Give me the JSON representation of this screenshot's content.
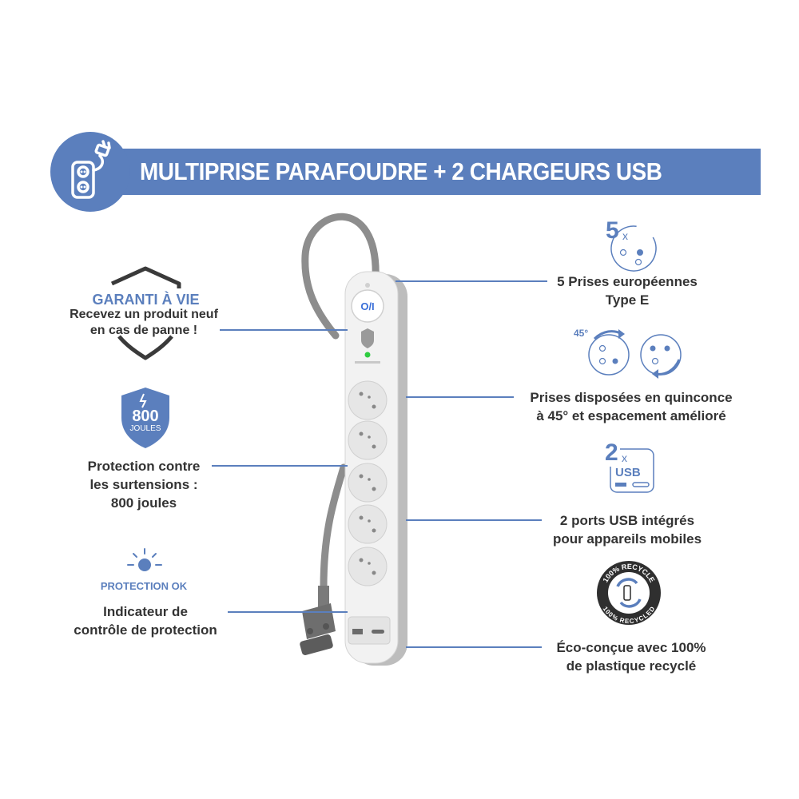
{
  "banner": {
    "title": "MULTIPRISE PARAFOUDRE + 2 CHARGEURS USB",
    "icon": "power-strip-plug-icon"
  },
  "colors": {
    "accent": "#5b7fbd",
    "text": "#333333",
    "device_body": "#f4f4f4",
    "device_edge": "#c9c9c9",
    "cable": "#8a8a8a",
    "led": "#2ecc40"
  },
  "left": {
    "warranty": {
      "title": "GARANTI À VIE",
      "line1": "Recevez un produit neuf",
      "line2": "en cas de panne !",
      "icon": "shield-outline-icon"
    },
    "surge": {
      "badge_value": "800",
      "badge_unit": "JOULES",
      "line1": "Protection contre",
      "line2": "les surtensions :",
      "line3": "800 joules",
      "icon": "shield-lightning-icon"
    },
    "indicator": {
      "status": "PROTECTION OK",
      "line1": "Indicateur de",
      "line2": "contrôle de protection",
      "icon": "light-indicator-icon"
    }
  },
  "right": {
    "sockets": {
      "count": "5",
      "multiplier": "x",
      "line1": "5 Prises européennes",
      "line2": "Type E",
      "icon": "socket-icon"
    },
    "layout": {
      "angle": "45°",
      "line1": "Prises disposées en quinconce",
      "line2": "à 45° et espacement amélioré",
      "icon": "rotate-socket-icon"
    },
    "usb": {
      "count": "2",
      "multiplier": "x",
      "label": "USB",
      "line1": "2 ports USB  intégrés",
      "line2": "pour appareils mobiles",
      "icon": "usb-icon"
    },
    "eco": {
      "ring_top": "100% RECYCLE",
      "ring_bottom": "100% RECYCLED",
      "line1": "Éco-conçue avec 100%",
      "line2": "de plastique recyclé",
      "icon": "recycle-icon"
    }
  }
}
